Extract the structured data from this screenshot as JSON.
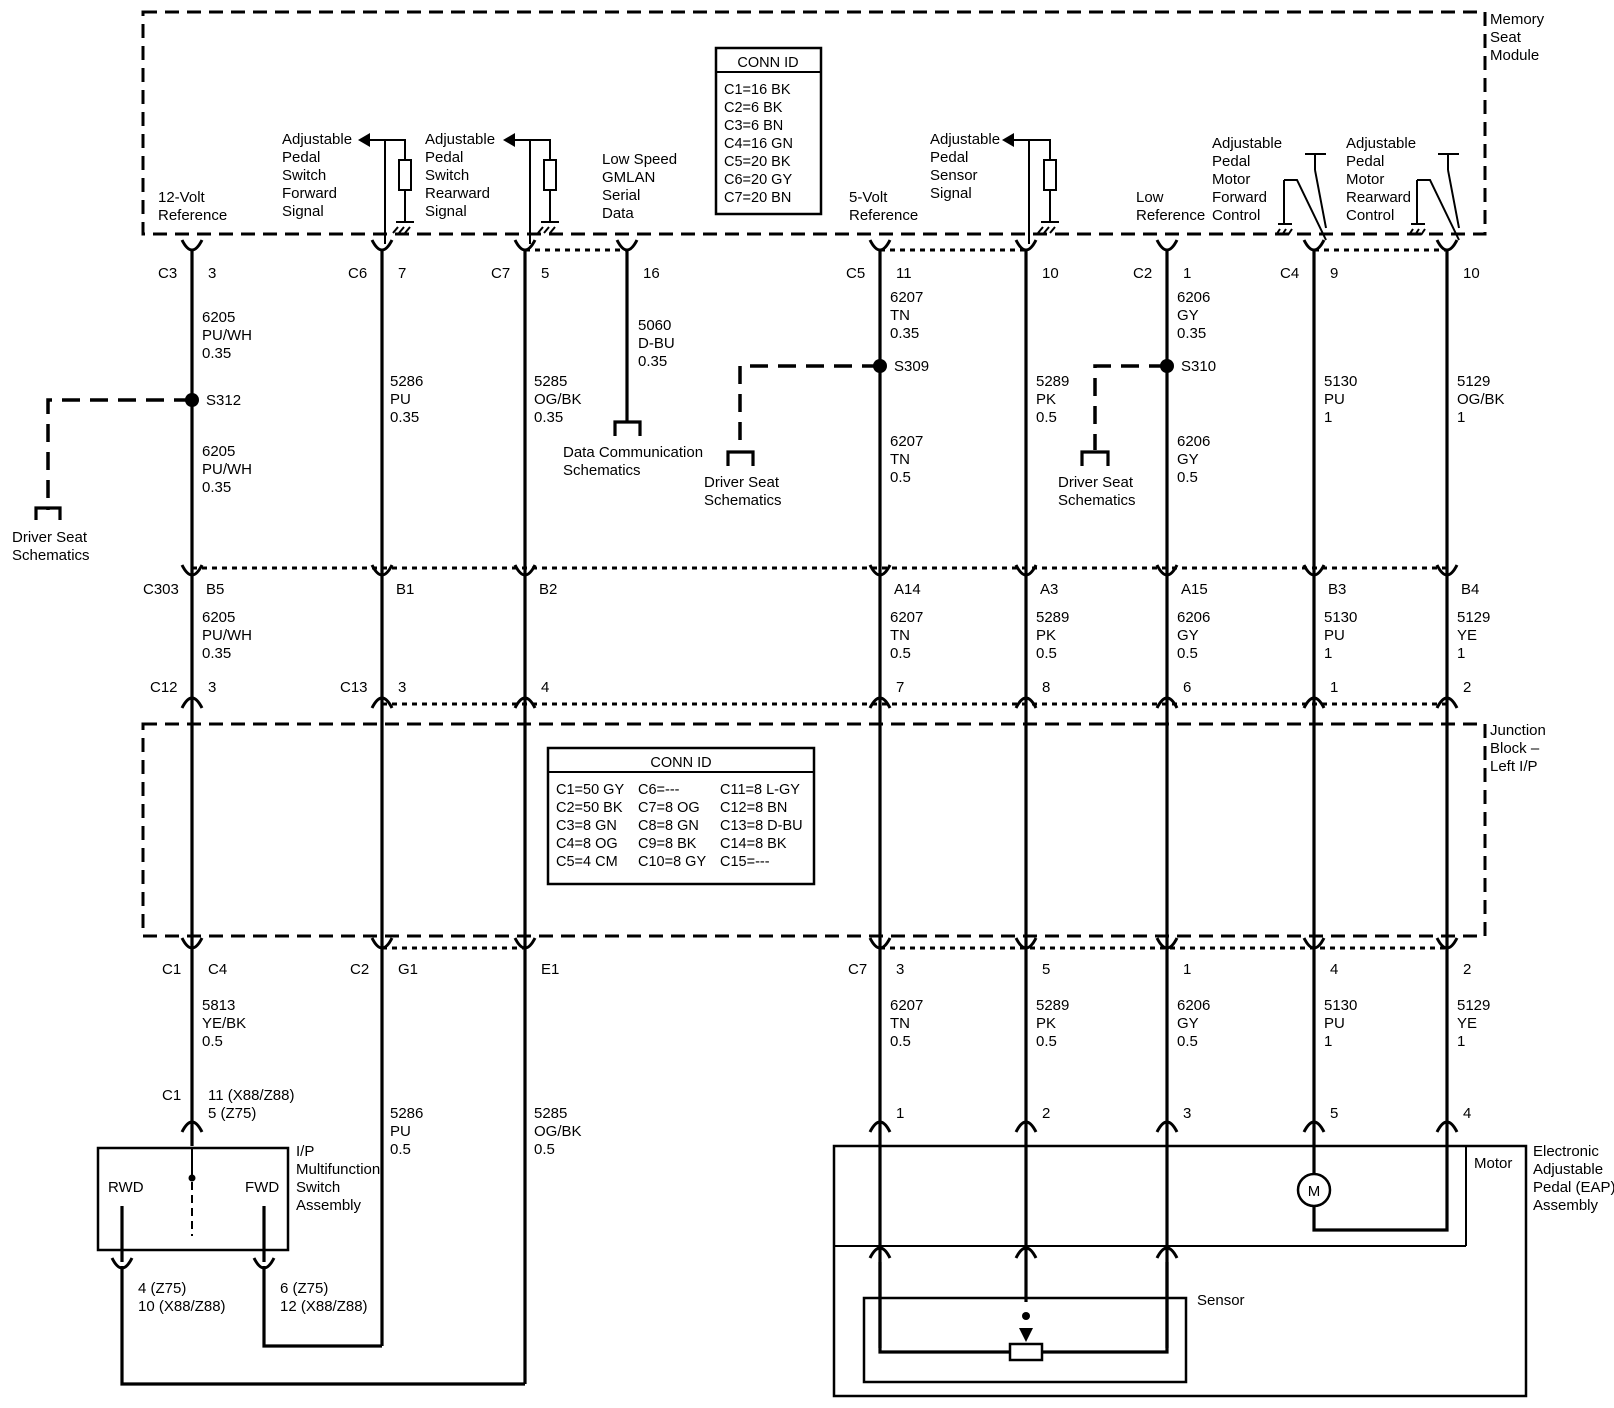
{
  "modules": {
    "memory_seat": "Memory\nSeat\nModule",
    "junction_block": "Junction\nBlock –\nLeft I/P",
    "eap_assembly": "Electronic\nAdjustable\nPedal (EAP)\nAssembly",
    "ip_switch": "I/P\nMultifunction\nSwitch\nAssembly",
    "motor": "Motor",
    "sensor": "Sensor",
    "motor_symbol": "M",
    "switch_rwd": "RWD",
    "switch_fwd": "FWD"
  },
  "conn_id_memory": {
    "title": "CONN ID",
    "rows": [
      "C1=16 BK",
      "C2=6 BK",
      "C3=6 BN",
      "C4=16 GN",
      "C5=20 BK",
      "C6=20 GY",
      "C7=20 BN"
    ]
  },
  "conn_id_junction": {
    "title": "CONN ID",
    "rows": [
      [
        "C1=50 GY",
        "C6=---",
        "C11=8 L-GY"
      ],
      [
        "C2=50 BK",
        "C7=8 OG",
        "C12=8 BN"
      ],
      [
        "C3=8 GN",
        "C8=8 GN",
        "C13=8 D-BU"
      ],
      [
        "C4=8 OG",
        "C9=8 BK",
        "C14=8 BK"
      ],
      [
        "C5=4 CM",
        "C10=8 GY",
        "C15=---"
      ]
    ]
  },
  "signals": [
    "12-Volt\nReference",
    "Adjustable\nPedal\nSwitch\nForward\nSignal",
    "Adjustable\nPedal\nSwitch\nRearward\nSignal",
    "Low Speed\nGMLAN\nSerial\nData",
    "5-Volt\nReference",
    "Adjustable\nPedal\nSensor\nSignal",
    "Low\nReference",
    "Adjustable\nPedal\nMotor\nForward\nControl",
    "Adjustable\nPedal\nMotor\nRearward\nControl"
  ],
  "module_pins": [
    {
      "conn": "C3",
      "pin": "3"
    },
    {
      "conn": "C6",
      "pin": "7"
    },
    {
      "conn": "C7",
      "pin": "5"
    },
    {
      "conn": "",
      "pin": "16"
    },
    {
      "conn": "C5",
      "pin": "11"
    },
    {
      "conn": "",
      "pin": "10"
    },
    {
      "conn": "C2",
      "pin": "1"
    },
    {
      "conn": "C4",
      "pin": "9"
    },
    {
      "conn": "",
      "pin": "10"
    }
  ],
  "upper_wires": [
    "6205\nPU/WH\n0.35",
    "6205\nPU/WH\n0.35",
    "5286\nPU\n0.35",
    "5285\nOG/BK\n0.35",
    "5060\nD-BU\n0.35",
    "6207\nTN\n0.35",
    "6207\nTN\n0.5",
    "5289\nPK\n0.5",
    "6206\nGY\n0.35",
    "6206\nGY\n0.5",
    "5130\nPU\n1",
    "5129\nOG/BK\n1"
  ],
  "splices": [
    "S312",
    "S309",
    "S310"
  ],
  "references": [
    "Driver Seat\nSchematics",
    "Data Communication\nSchematics",
    "Driver Seat\nSchematics",
    "Driver Seat\nSchematics"
  ],
  "c303": {
    "name": "C303",
    "pins": [
      "B5",
      "B1",
      "B2",
      "A14",
      "A3",
      "A15",
      "B3",
      "B4"
    ],
    "wires": [
      "6205\nPU/WH\n0.35",
      "6207\nTN\n0.5",
      "5289\nPK\n0.5",
      "6206\nGY\n0.5",
      "5130\nPU\n1",
      "5129\nYE\n1"
    ]
  },
  "jb_top_pins": [
    {
      "conn": "C12",
      "pin": "3"
    },
    {
      "conn": "C13",
      "pin": "3"
    },
    {
      "conn": "",
      "pin": "4"
    },
    {
      "conn": "",
      "pin": "7"
    },
    {
      "conn": "",
      "pin": "8"
    },
    {
      "conn": "",
      "pin": "6"
    },
    {
      "conn": "",
      "pin": "1"
    },
    {
      "conn": "",
      "pin": "2"
    }
  ],
  "jb_bottom_pins": [
    {
      "conn": "C1",
      "pin": "C4"
    },
    {
      "conn": "C2",
      "pin": "G1"
    },
    {
      "conn": "",
      "pin": "E1"
    },
    {
      "conn": "C7",
      "pin": "3"
    },
    {
      "conn": "",
      "pin": "5"
    },
    {
      "conn": "",
      "pin": "1"
    },
    {
      "conn": "",
      "pin": "4"
    },
    {
      "conn": "",
      "pin": "2"
    }
  ],
  "lower_wires": [
    "5813\nYE/BK\n0.5",
    "5286\nPU\n0.5",
    "5285\nOG/BK\n0.5",
    "6207\nTN\n0.5",
    "5289\nPK\n0.5",
    "6206\nGY\n0.5",
    "5130\nPU\n1",
    "5129\nYE\n1"
  ],
  "switch_conn": {
    "conn": "C1",
    "pin": "11 (X88/Z88)\n5 (Z75)"
  },
  "switch_out_pins": [
    "4 (Z75)\n10 (X88/Z88)",
    "6 (Z75)\n12 (X88/Z88)"
  ],
  "eap_pins": [
    "1",
    "2",
    "3",
    "5",
    "4"
  ]
}
